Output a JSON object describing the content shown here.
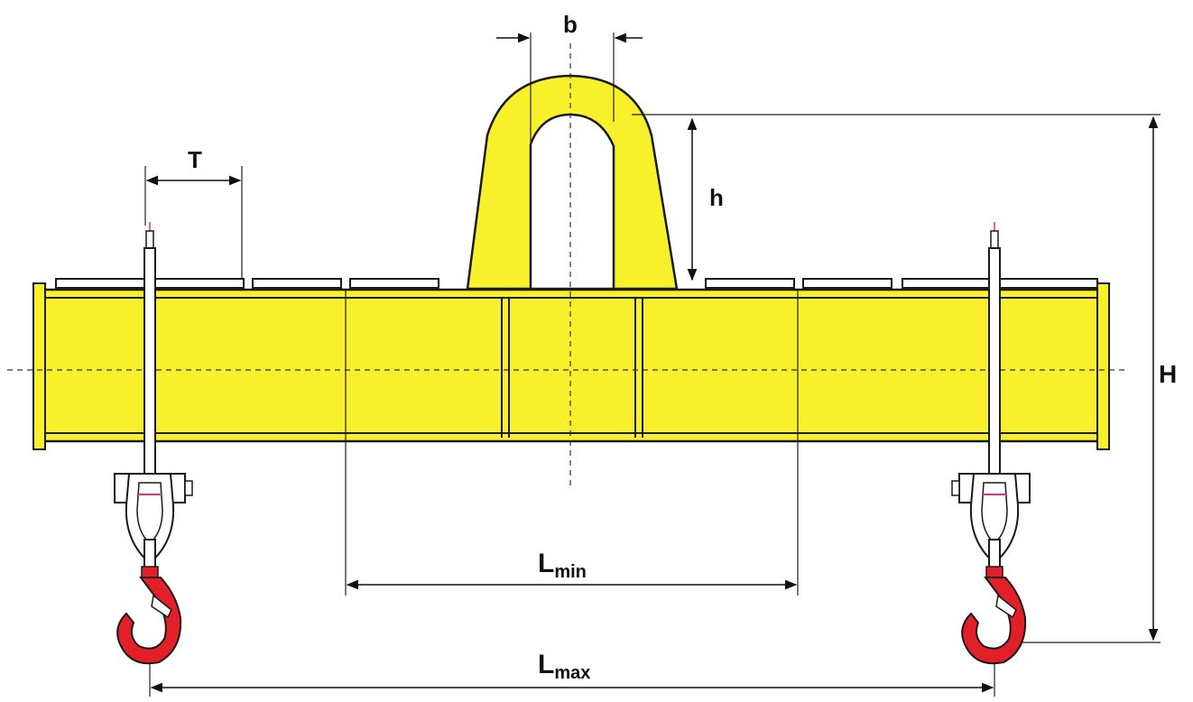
{
  "labels": {
    "b": "b",
    "T": "T",
    "h": "h",
    "H": "H",
    "lmin_main": "L",
    "lmin_sub": "min",
    "lmax_main": "L",
    "lmax_sub": "max"
  },
  "colors": {
    "beam": "#F7F02A",
    "hook": "#E32028",
    "outline": "#1A1A1A",
    "pin": "#E0308A"
  }
}
